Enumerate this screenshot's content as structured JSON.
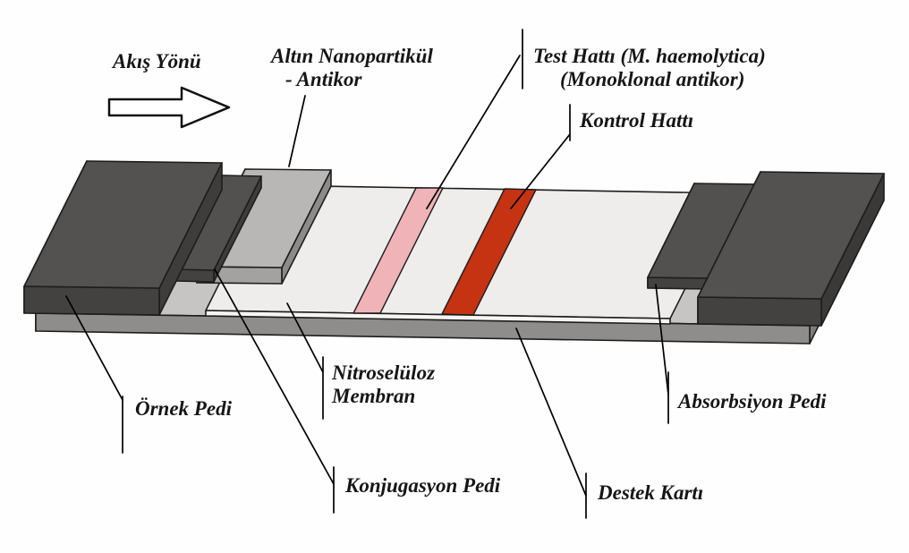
{
  "figure": {
    "description": "Lateral flow immunoassay test strip schematic (Turkish labels)",
    "labels": {
      "flow_direction": "Akış Yönü",
      "gold_label_1": "Altın Nanopartikül",
      "gold_label_2": "- Antikor",
      "test_line_1": "Test Hattı (M. haemolytica)",
      "test_line_2": "(Monoklonal antikor)",
      "control_line": "Kontrol Hattı",
      "sample_pad": "Örnek Pedi",
      "membrane_1": "Nitroselüloz",
      "membrane_2": "Membran",
      "conjugate_pad": "Konjugasyon Pedi",
      "backing_card": "Destek Kartı",
      "absorption_pad": "Absorbsiyon Pedi"
    },
    "colors": {
      "test_line": "#f0b3b8",
      "control_line": "#c63312",
      "pad_dark": "#535250",
      "conjugate_pad": "#b9b7b5",
      "membrane": "#eeedeb",
      "backing_card": "#8f8d8b",
      "outline": "#1d1d1d"
    }
  }
}
